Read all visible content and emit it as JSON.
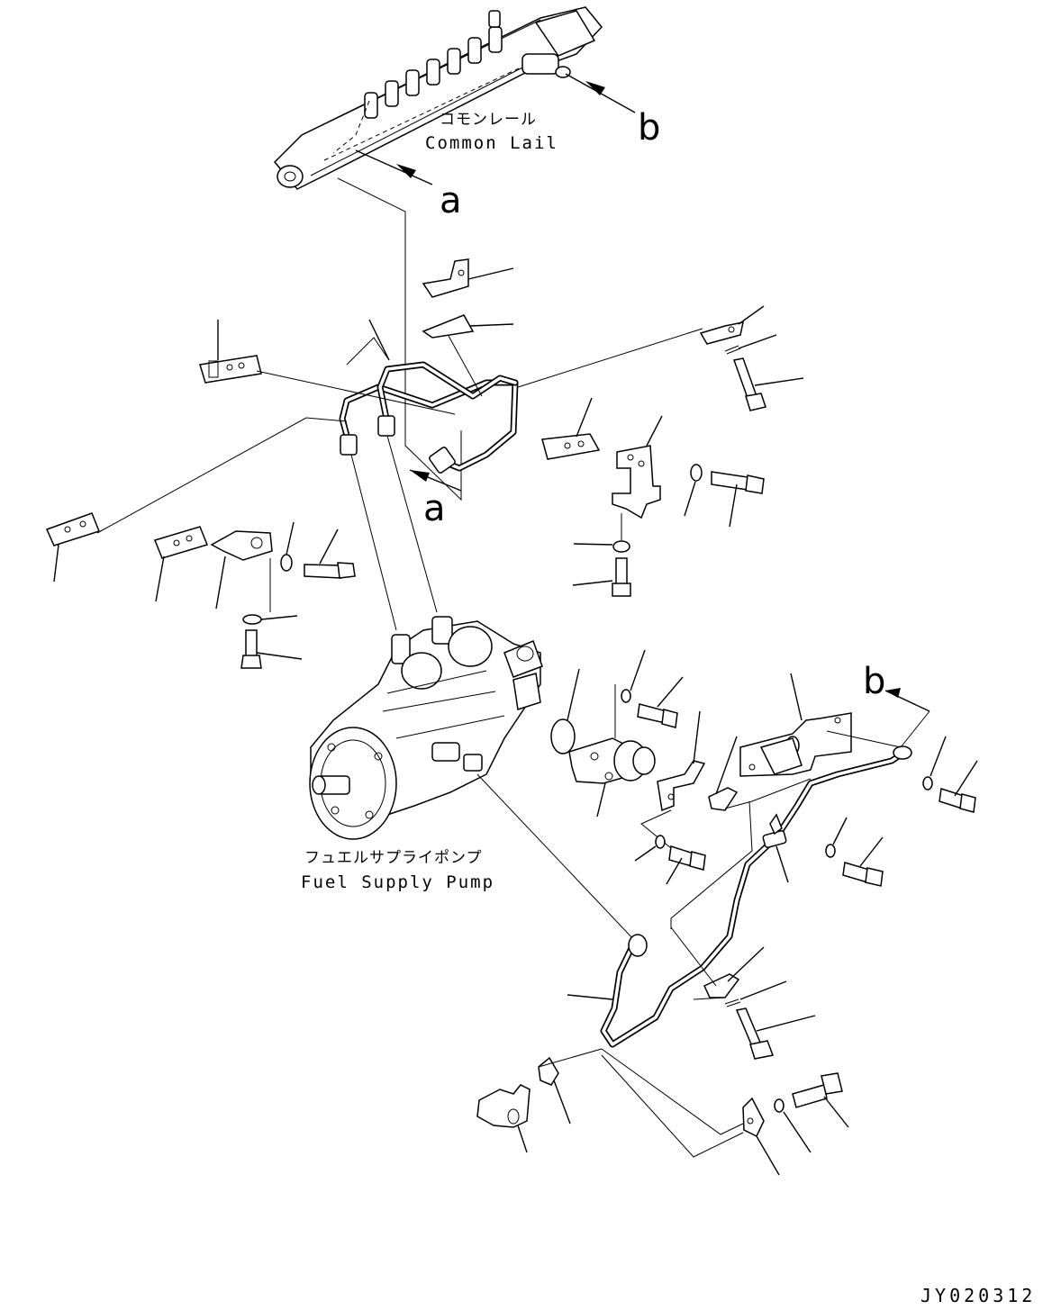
{
  "labels": {
    "common_rail_jp": "コモンレール",
    "common_rail_en": "Common Lail",
    "pump_jp": "フュエルサプライポンプ",
    "pump_en": "Fuel Supply Pump"
  },
  "callouts": {
    "a_top": "a",
    "a_mid": "a",
    "b_top": "b",
    "b_mid": "b"
  },
  "drawing_code": "JY020312"
}
